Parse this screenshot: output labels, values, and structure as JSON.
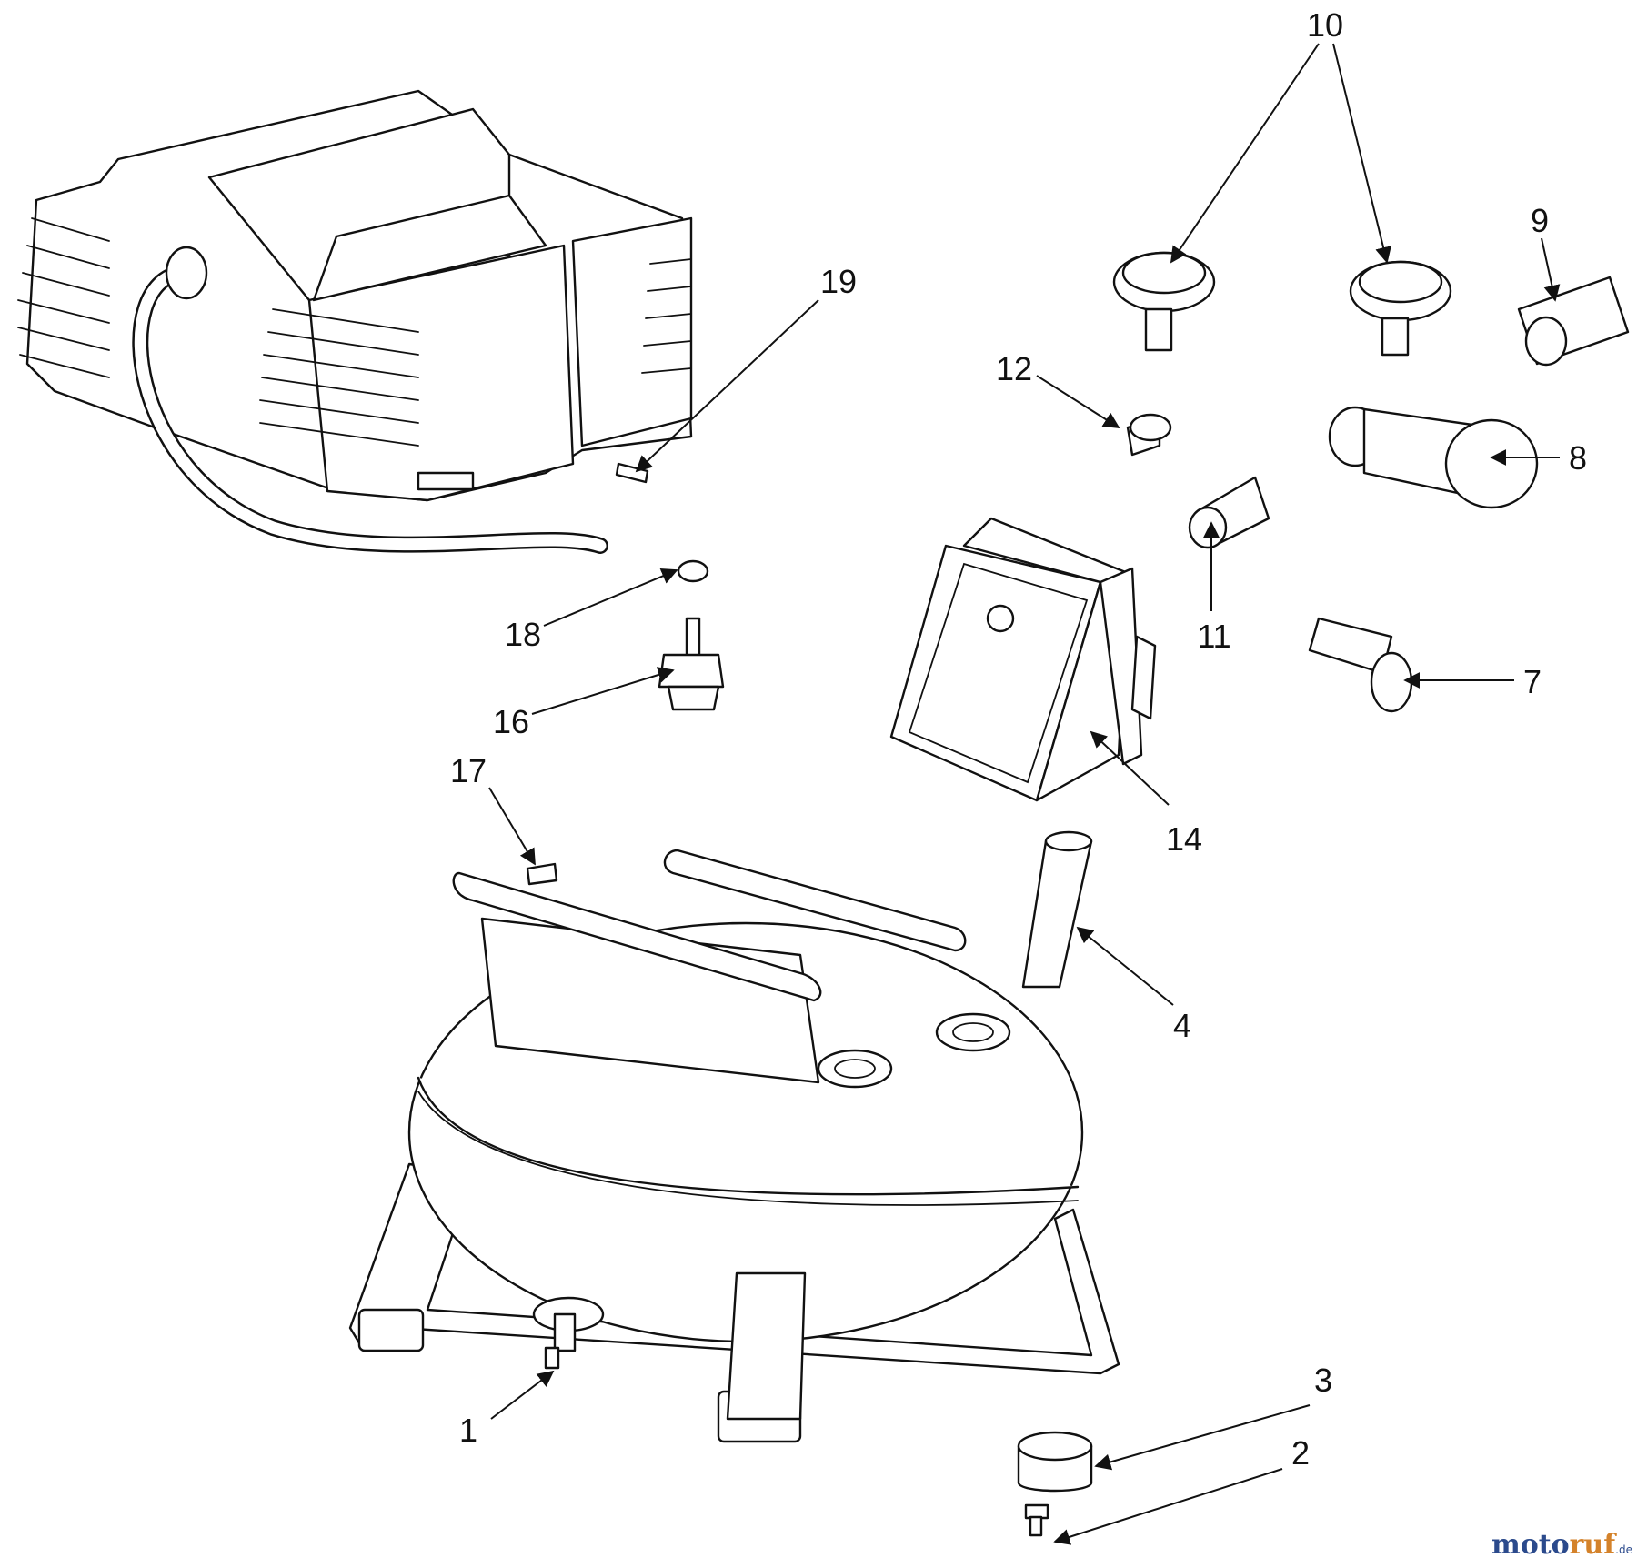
{
  "callouts": [
    {
      "id": "1",
      "label": "1"
    },
    {
      "id": "2",
      "label": "2"
    },
    {
      "id": "3",
      "label": "3"
    },
    {
      "id": "4",
      "label": "4"
    },
    {
      "id": "7",
      "label": "7"
    },
    {
      "id": "8",
      "label": "8"
    },
    {
      "id": "9",
      "label": "9"
    },
    {
      "id": "10",
      "label": "10"
    },
    {
      "id": "11",
      "label": "11"
    },
    {
      "id": "12",
      "label": "12"
    },
    {
      "id": "14",
      "label": "14"
    },
    {
      "id": "16",
      "label": "16"
    },
    {
      "id": "17",
      "label": "17"
    },
    {
      "id": "18",
      "label": "18"
    },
    {
      "id": "19",
      "label": "19"
    }
  ],
  "watermark": {
    "moto": "moto",
    "ruf": "ruf",
    "suffix": ".de",
    "colors": {
      "moto": "#2b4a8c",
      "ruf": "#d4822a"
    }
  },
  "colors": {
    "line": "#111111",
    "background": "#ffffff"
  }
}
